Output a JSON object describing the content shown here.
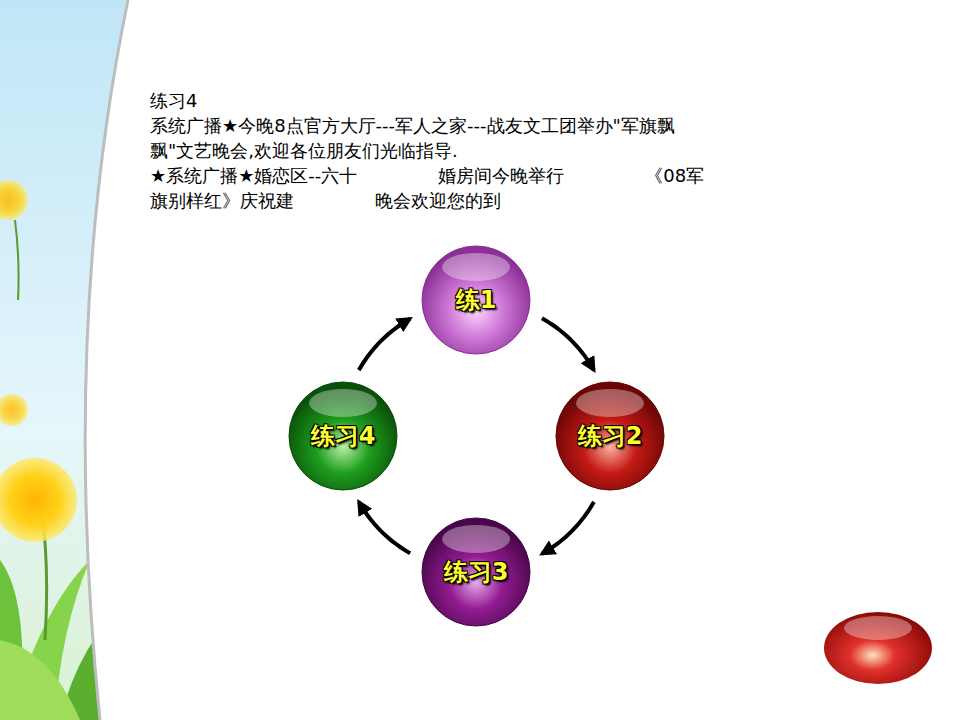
{
  "diagram": {
    "title": "练习4",
    "nodes": [
      {
        "text": [
          "练1"
        ]
      },
      {
        "text": [
          "练习2"
        ]
      },
      {
        "text": [
          "练习3"
        ]
      },
      {
        "text": [
          "练习4"
        ]
      }
    ],
    "edges": [
      {
        "from": 0,
        "to": 1,
        "arrow": "to"
      },
      {
        "from": 1,
        "to": 2,
        "arrow": "to"
      },
      {
        "from": 2,
        "to": 3,
        "arrow": "to"
      },
      {
        "from": 3,
        "to": 0,
        "arrow": "to"
      }
    ],
    "labels": [
      "系统广播★今晚8点官方大厅---军人之家---战友文工团举办\"军旗飘飘\"文艺晚会,欢迎各位朋友们光临指导.",
      "★系统广播★婚恋区--六十",
      "婚房间今晚举行",
      "《08军旗别样红》庆祝建",
      "晚会欢迎您的到"
    ]
  }
}
